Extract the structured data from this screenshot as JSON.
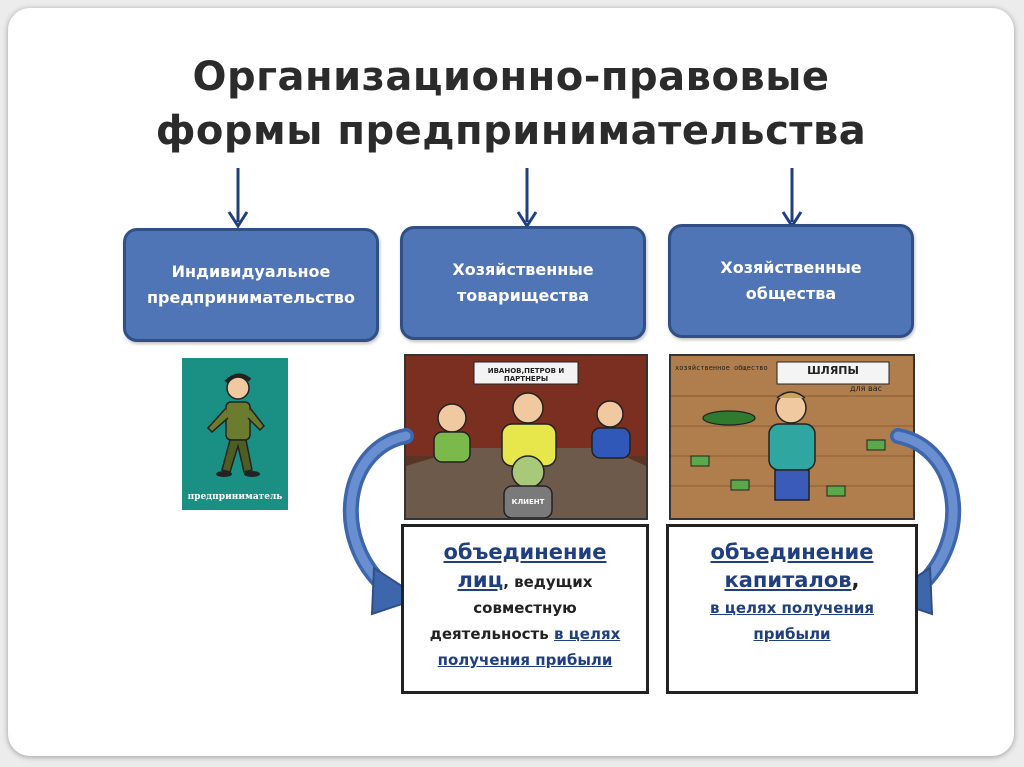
{
  "title": {
    "line1": "Организационно-правовые",
    "line2": "формы предпринимательства"
  },
  "boxes": [
    {
      "line1": "Индивидуальное",
      "line2": "предпринимательство"
    },
    {
      "line1": "Хозяйственные",
      "line2": "товарищества"
    },
    {
      "line1": "Хозяйственные",
      "line2": "общества"
    }
  ],
  "pictures": {
    "entrepreneur_caption": "предприниматель",
    "partners_sign": "ИВАНОВ,ПЕТРОВ И ПАРТНЕРЫ",
    "client_label": "КЛИЕНТ",
    "society_sign": "хозяйственное общество",
    "hats_sign": "ШЛЯПЫ",
    "hats_sub": "для вас"
  },
  "desc_left": {
    "word1": "объединение",
    "word2": "лиц",
    "rest1": ", ведущих",
    "rest2": "совместную",
    "rest3": "деятельность",
    "link1": "в целях",
    "link2": "получения прибыли"
  },
  "desc_right": {
    "word1": "объединение",
    "word2": "капиталов",
    "comma": ",",
    "link1": "в целях получения",
    "link2": "прибыли"
  }
}
